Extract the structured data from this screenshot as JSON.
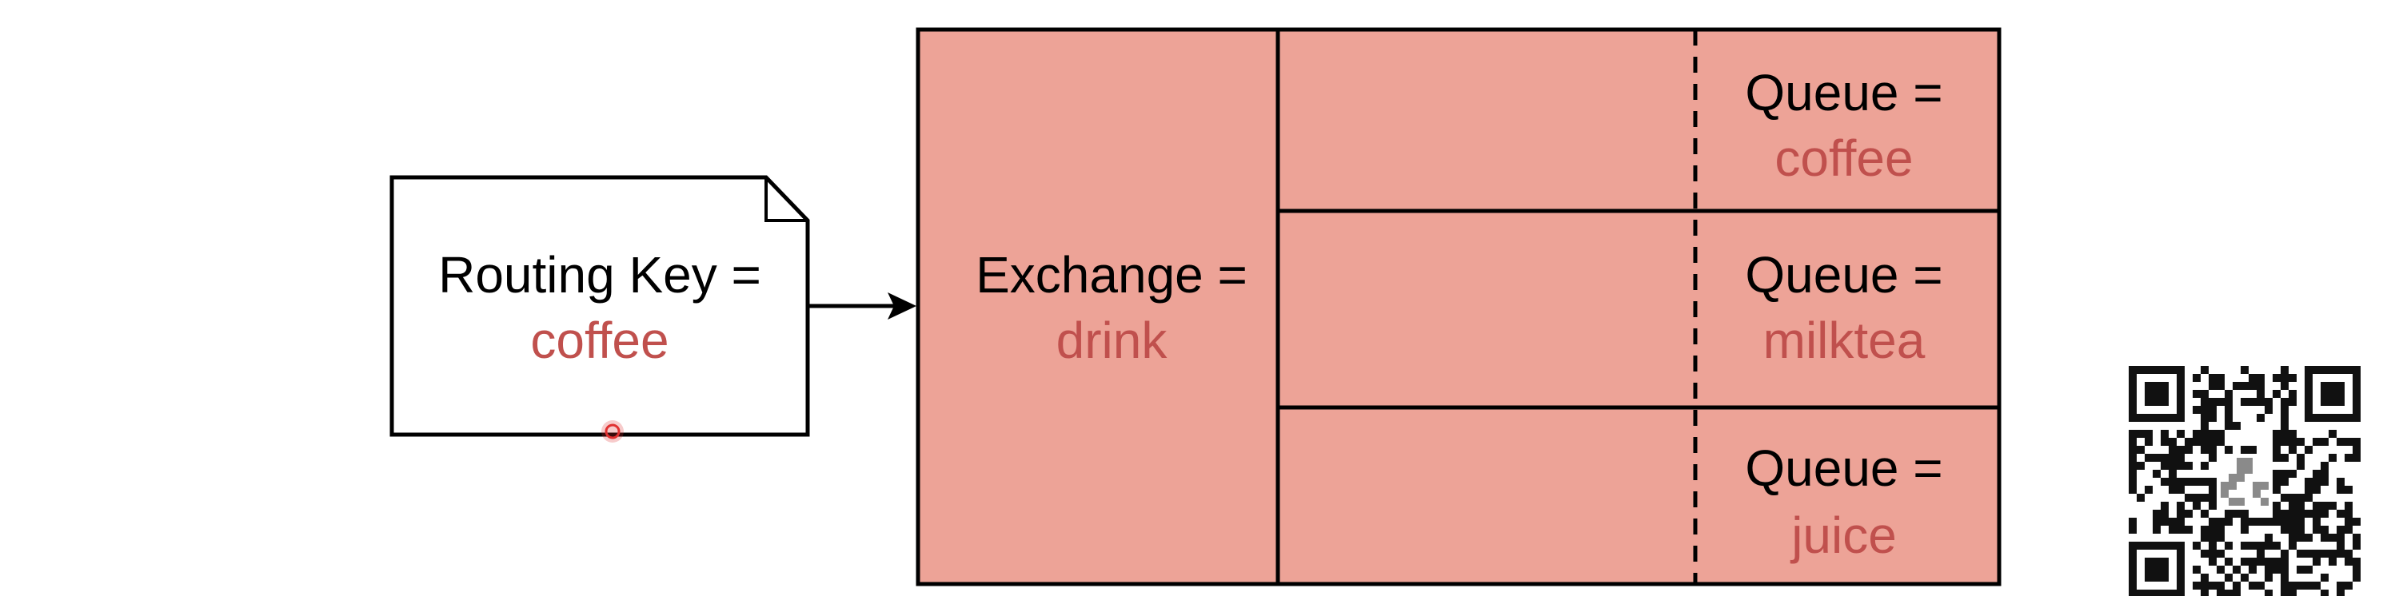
{
  "routing_key": {
    "label": "Routing Key =",
    "value": "coffee"
  },
  "exchange": {
    "label": "Exchange =",
    "value": "drink"
  },
  "queues": [
    {
      "label": "Queue =",
      "value": "coffee"
    },
    {
      "label": "Queue =",
      "value": "milktea"
    },
    {
      "label": "Queue =",
      "value": "juice"
    }
  ],
  "colors": {
    "box_fill": "#eda397",
    "value_text": "#c0504d",
    "label_text": "#000000",
    "stroke": "#000000",
    "cursor_marker": "#e03030"
  },
  "icons": {
    "qr_code": "qr-code-icon",
    "cursor": "cursor-marker-icon"
  }
}
